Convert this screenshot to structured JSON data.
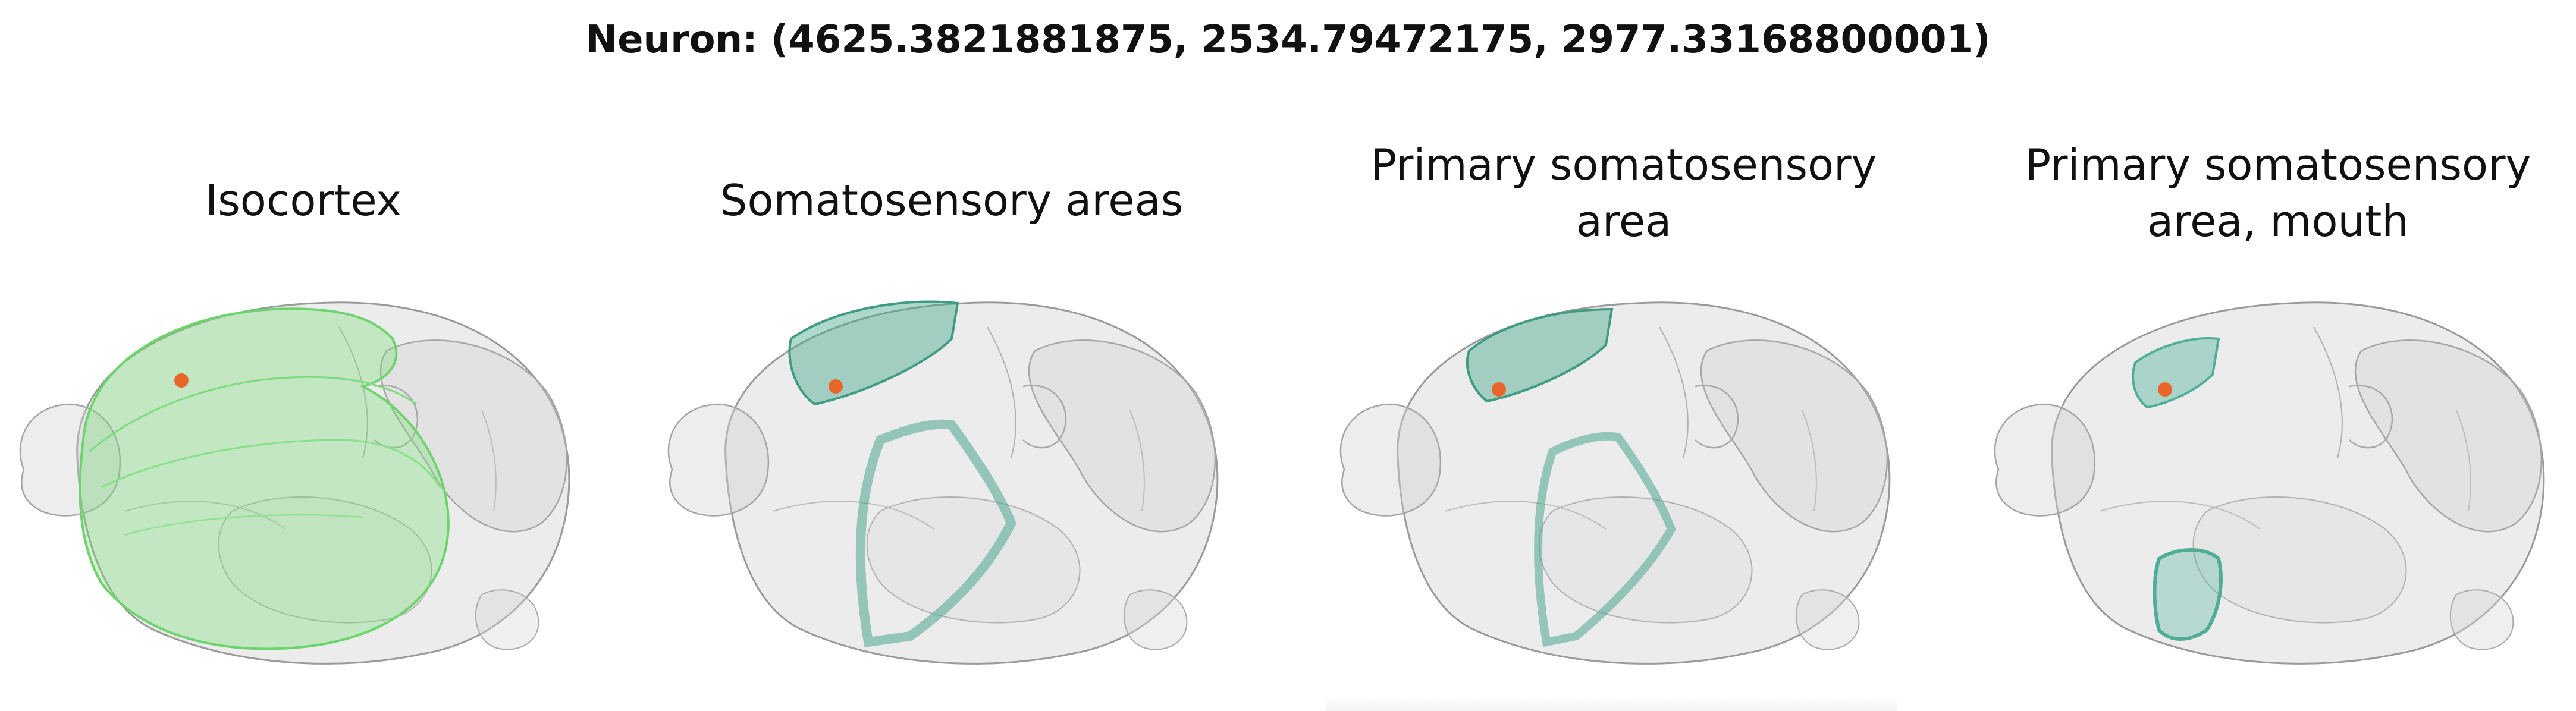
{
  "title": "Neuron: (4625.3821881875, 2534.79472175, 2977.33168800001)",
  "panels": [
    {
      "label_line1": "Isocortex",
      "label_line2": "",
      "highlight_color": "#5fd35f",
      "marker_color": "#e8662a"
    },
    {
      "label_line1": "Somatosensory areas",
      "label_line2": "",
      "highlight_color": "#4aa88e",
      "marker_color": "#e8662a"
    },
    {
      "label_line1": "Primary somatosensory",
      "label_line2": "area",
      "highlight_color": "#4aa88e",
      "marker_color": "#e8662a"
    },
    {
      "label_line1": "Primary somatosensory",
      "label_line2": "area, mouth",
      "highlight_color": "#5ab8a0",
      "marker_color": "#e8662a"
    }
  ]
}
